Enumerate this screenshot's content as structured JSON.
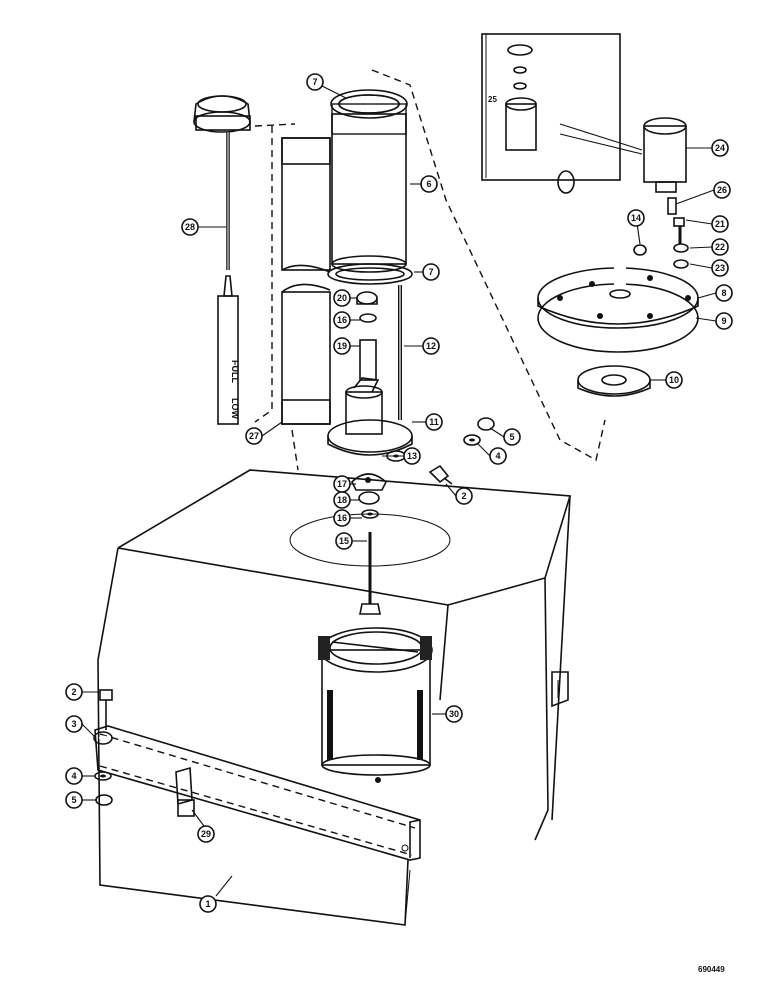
{
  "gauge": {
    "full_label": "FULL",
    "low_label": "LOW"
  },
  "figure_code": "690449",
  "callouts": [
    {
      "id": "c7a",
      "label": "7"
    },
    {
      "id": "c6",
      "label": "6"
    },
    {
      "id": "c7b",
      "label": "7"
    },
    {
      "id": "c12",
      "label": "12"
    },
    {
      "id": "c20",
      "label": "20"
    },
    {
      "id": "c16a",
      "label": "16"
    },
    {
      "id": "c19",
      "label": "19"
    },
    {
      "id": "c11",
      "label": "11"
    },
    {
      "id": "c13",
      "label": "13"
    },
    {
      "id": "c17",
      "label": "17"
    },
    {
      "id": "c18",
      "label": "18"
    },
    {
      "id": "c16b",
      "label": "16"
    },
    {
      "id": "c15",
      "label": "15"
    },
    {
      "id": "c28",
      "label": "28"
    },
    {
      "id": "c27",
      "label": "27"
    },
    {
      "id": "c5a",
      "label": "5"
    },
    {
      "id": "c4a",
      "label": "4"
    },
    {
      "id": "c2a",
      "label": "2"
    },
    {
      "id": "c24",
      "label": "24"
    },
    {
      "id": "c26",
      "label": "26"
    },
    {
      "id": "c14",
      "label": "14"
    },
    {
      "id": "c21",
      "label": "21"
    },
    {
      "id": "c22",
      "label": "22"
    },
    {
      "id": "c23",
      "label": "23"
    },
    {
      "id": "c8",
      "label": "8"
    },
    {
      "id": "c9",
      "label": "9"
    },
    {
      "id": "c10",
      "label": "10"
    },
    {
      "id": "c30",
      "label": "30"
    },
    {
      "id": "c2b",
      "label": "2"
    },
    {
      "id": "c3",
      "label": "3"
    },
    {
      "id": "c4b",
      "label": "4"
    },
    {
      "id": "c5b",
      "label": "5"
    },
    {
      "id": "c29",
      "label": "29"
    },
    {
      "id": "c1",
      "label": "1"
    }
  ],
  "inset": {
    "label": "25"
  }
}
